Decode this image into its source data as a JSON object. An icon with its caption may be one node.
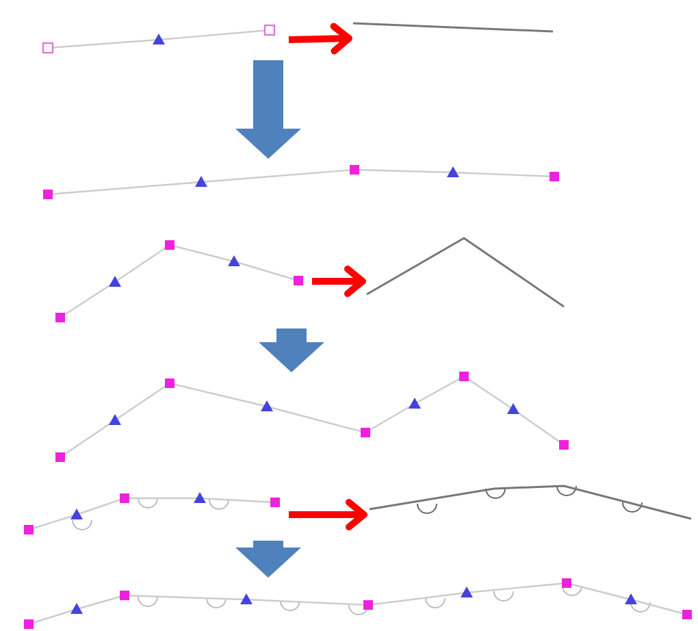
{
  "diagram": {
    "nodes": [
      {
        "text": [],
        "shape": "picture"
      },
      {
        "text": [],
        "shape": "picture"
      },
      {
        "text": [],
        "shape": "picture"
      },
      {
        "text": [],
        "shape": "picture"
      },
      {
        "text": [],
        "shape": "picture"
      },
      {
        "text": [],
        "shape": "picture"
      },
      {
        "text": [],
        "shape": "picture"
      },
      {
        "text": [],
        "shape": "picture"
      },
      {
        "text": [],
        "shape": "picture"
      }
    ],
    "edges": [
      {
        "from": 0,
        "to": 1,
        "arrow": "to",
        "color": "#ff0000"
      },
      {
        "from": 0,
        "to": 2,
        "arrow": "to",
        "style": "thick",
        "color": "#4f81bd"
      },
      {
        "from": 3,
        "to": 4,
        "arrow": "to",
        "color": "#ff0000"
      },
      {
        "from": 3,
        "to": 5,
        "arrow": "to",
        "style": "thick",
        "color": "#4f81bd"
      },
      {
        "from": 6,
        "to": 7,
        "arrow": "to",
        "color": "#ff0000"
      },
      {
        "from": 6,
        "to": 8,
        "arrow": "to",
        "style": "thick",
        "color": "#4f81bd"
      }
    ]
  }
}
